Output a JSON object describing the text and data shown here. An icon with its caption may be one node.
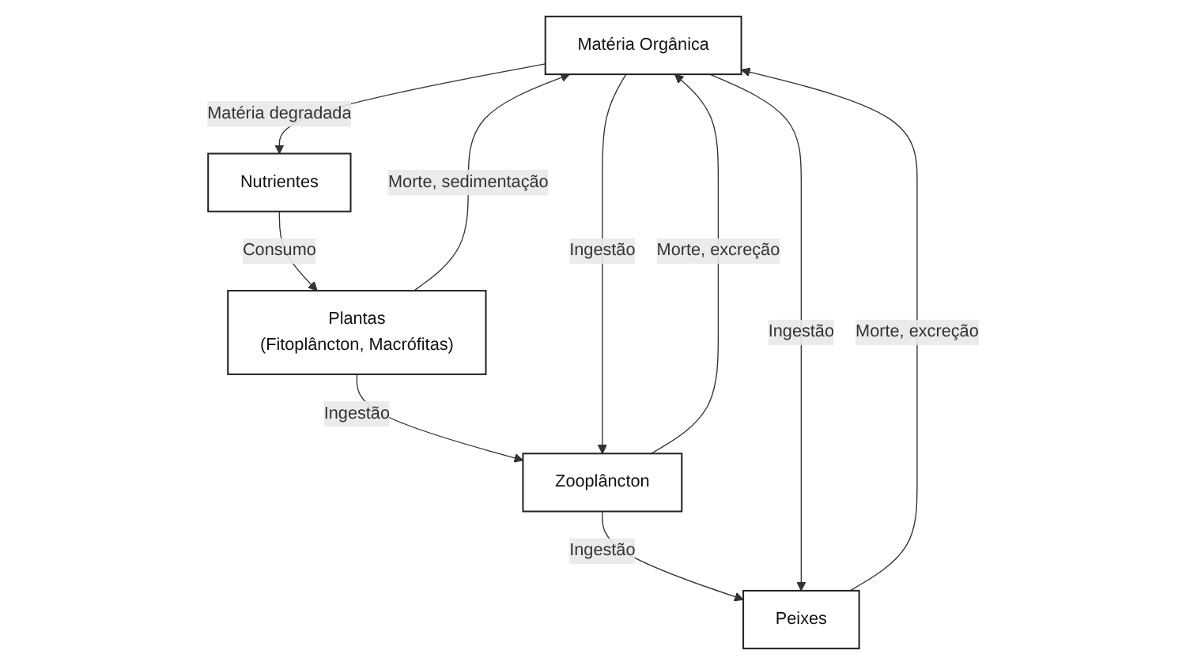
{
  "diagram": {
    "nodes": [
      {
        "text": [
          "Matéria Orgânica"
        ]
      },
      {
        "text": [
          "Nutrientes"
        ]
      },
      {
        "text": [
          "Plantas",
          "(Fitoplâncton, Macrófitas)"
        ]
      },
      {
        "text": [
          "Zooplâncton"
        ]
      },
      {
        "text": [
          "Peixes"
        ]
      }
    ],
    "edges": [
      {
        "from": 0,
        "to": 1,
        "arrow": "to",
        "label": "Matéria degradada"
      },
      {
        "from": 1,
        "to": 2,
        "arrow": "to",
        "label": "Consumo"
      },
      {
        "from": 2,
        "to": 0,
        "arrow": "to",
        "label": "Morte, sedimentação"
      },
      {
        "from": 2,
        "to": 3,
        "arrow": "to",
        "label": "Ingestão"
      },
      {
        "from": 3,
        "to": 0,
        "arrow": "to",
        "label": "Morte, excreção"
      },
      {
        "from": 0,
        "to": 3,
        "arrow": "to",
        "label": "Ingestão"
      },
      {
        "from": 3,
        "to": 4,
        "arrow": "to",
        "label": "Ingestão"
      },
      {
        "from": 4,
        "to": 0,
        "arrow": "to",
        "label": "Morte, excreção"
      },
      {
        "from": 0,
        "to": 4,
        "arrow": "to",
        "label": "Ingestão"
      }
    ]
  }
}
